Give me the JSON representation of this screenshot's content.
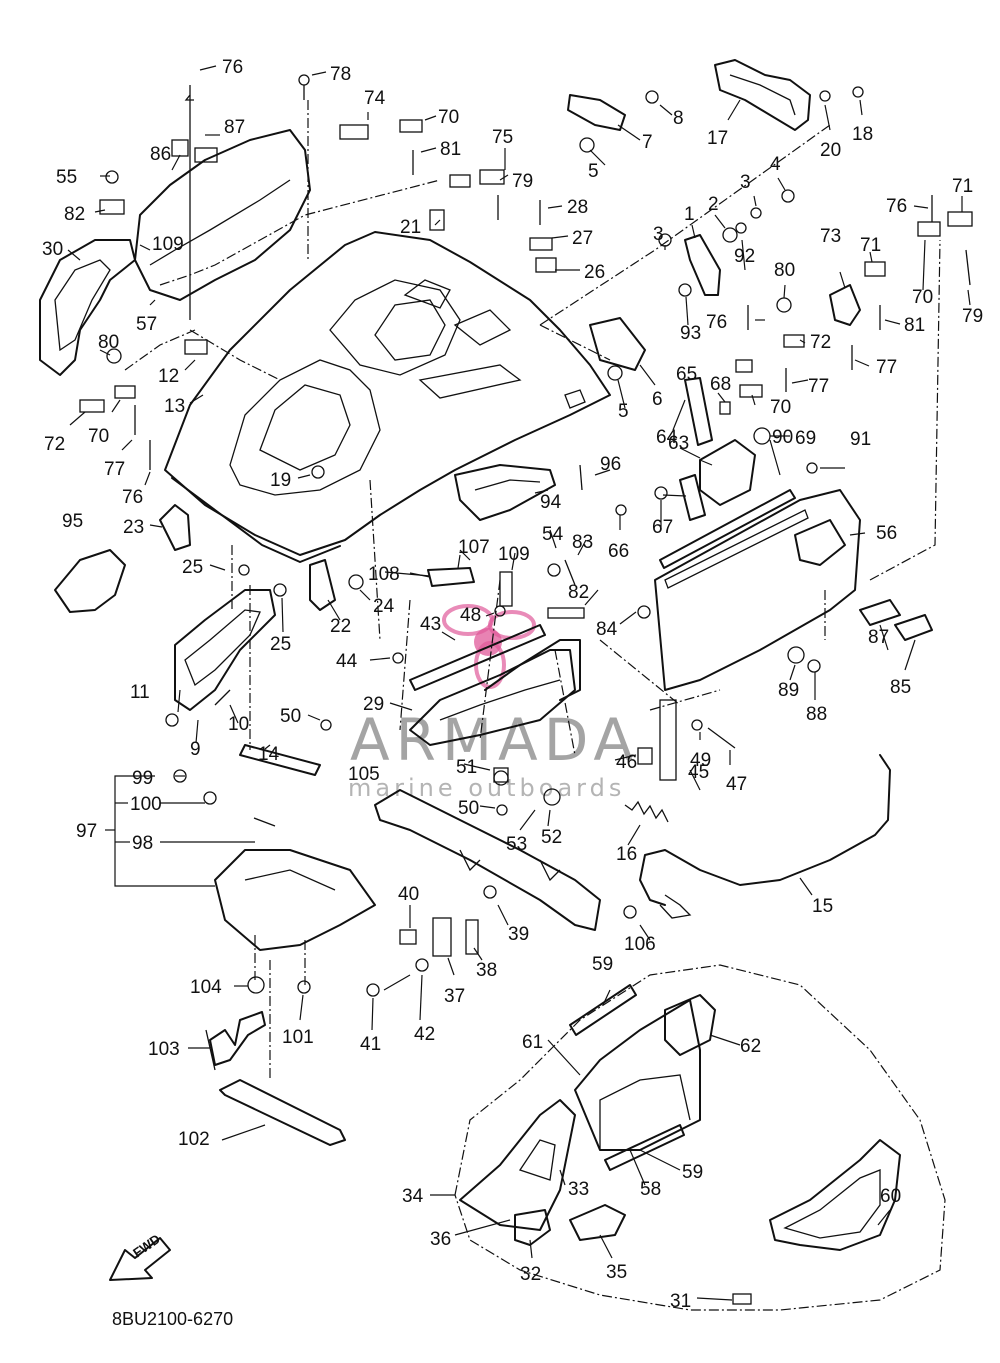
{
  "diagram_code": "8BU2100-6270",
  "fwd_label": "FWD",
  "watermark": {
    "brand": "ARMADA",
    "tagline": "marine outboards",
    "accent": "#e05a9a"
  },
  "callouts": [
    "1",
    "2",
    "3",
    "3",
    "4",
    "5",
    "5",
    "6",
    "7",
    "8",
    "9",
    "10",
    "11",
    "12",
    "13",
    "14",
    "15",
    "16",
    "17",
    "18",
    "19",
    "20",
    "21",
    "22",
    "23",
    "24",
    "25",
    "25",
    "26",
    "27",
    "28",
    "29",
    "30",
    "31",
    "32",
    "33",
    "34",
    "35",
    "36",
    "37",
    "38",
    "39",
    "40",
    "41",
    "42",
    "43",
    "44",
    "45",
    "46",
    "47",
    "48",
    "49",
    "50",
    "50",
    "51",
    "52",
    "53",
    "54",
    "55",
    "56",
    "57",
    "58",
    "59",
    "59",
    "60",
    "61",
    "62",
    "63",
    "64",
    "65",
    "66",
    "67",
    "68",
    "69",
    "70",
    "70",
    "70",
    "70",
    "71",
    "71",
    "72",
    "72",
    "73",
    "74",
    "75",
    "76",
    "76",
    "76",
    "76",
    "77",
    "77",
    "77",
    "78",
    "79",
    "79",
    "80",
    "80",
    "81",
    "81",
    "82",
    "82",
    "83",
    "84",
    "85",
    "86",
    "87",
    "87",
    "88",
    "89",
    "90",
    "91",
    "92",
    "93",
    "94",
    "95",
    "96",
    "97",
    "98",
    "99",
    "100",
    "101",
    "102",
    "103",
    "104",
    "105",
    "106",
    "107",
    "108",
    "109",
    "109"
  ]
}
